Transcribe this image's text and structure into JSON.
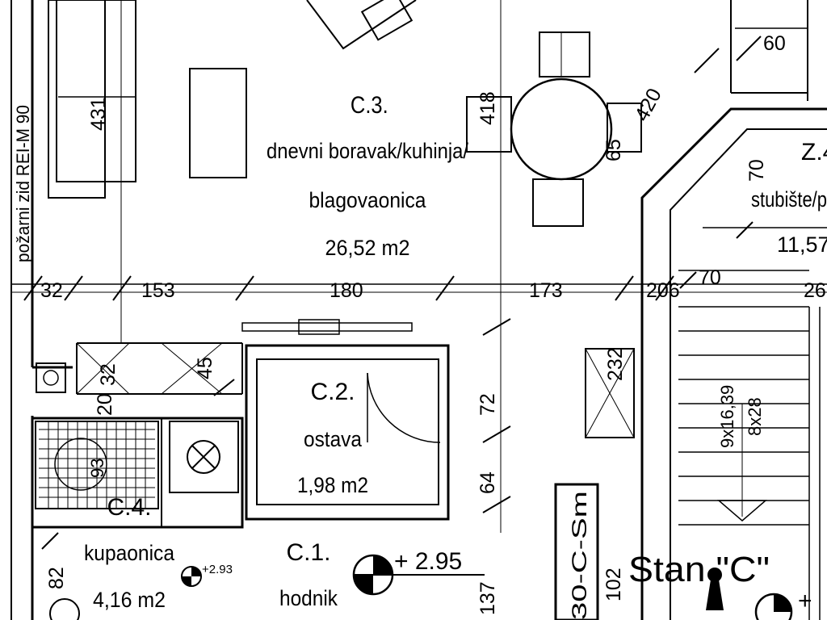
{
  "rooms": {
    "c3": {
      "code": "C.3.",
      "name_line1": "dnevni boravak/kuhinja/",
      "name_line2": "blagovaonica",
      "area": "26,52 m2"
    },
    "c2": {
      "code": "C.2.",
      "name": "ostava",
      "area": "1,98 m2"
    },
    "c4": {
      "code": "C.4.",
      "name": "kupaonica",
      "area": "4,16 m2"
    },
    "c1": {
      "code": "C.1.",
      "name": "hodnik"
    },
    "z4": {
      "code": "Z.4",
      "name": "stubište/p",
      "area": "11,57"
    }
  },
  "wall_label": "požarni zid REI-M 90",
  "apartment_label": "Stan \"C\"",
  "door_label": "30-C-Sm",
  "levels": {
    "main": "+ 2.95",
    "small": "+2.93",
    "right": "+"
  },
  "stair": {
    "count1": "9x16,39",
    "count2": "8x28"
  },
  "dimensions": {
    "d431": "431",
    "d418": "418",
    "d420": "420",
    "d65": "65",
    "d60": "60",
    "d70a": "70",
    "d70b": "70",
    "d32a": "32",
    "d153": "153",
    "d180": "180",
    "d173": "173",
    "d206": "206",
    "d26": "26",
    "d32b": "32",
    "d45": "45",
    "d20": "20",
    "d93": "93",
    "d72": "72",
    "d64": "64",
    "d232": "232",
    "d82": "82",
    "d137": "137",
    "d102": "102"
  }
}
